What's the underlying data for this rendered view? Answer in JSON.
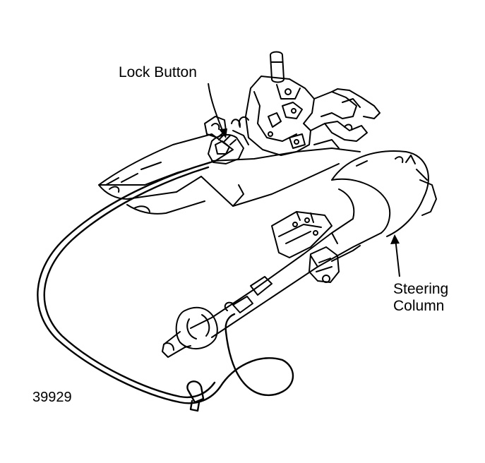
{
  "diagram": {
    "labels": {
      "lock_button": "Lock Button",
      "steering_line1": "Steering",
      "steering_line2": "Column"
    },
    "figure_number": "39929"
  },
  "colors": {
    "ink": "#000000",
    "paper": "#ffffff"
  }
}
